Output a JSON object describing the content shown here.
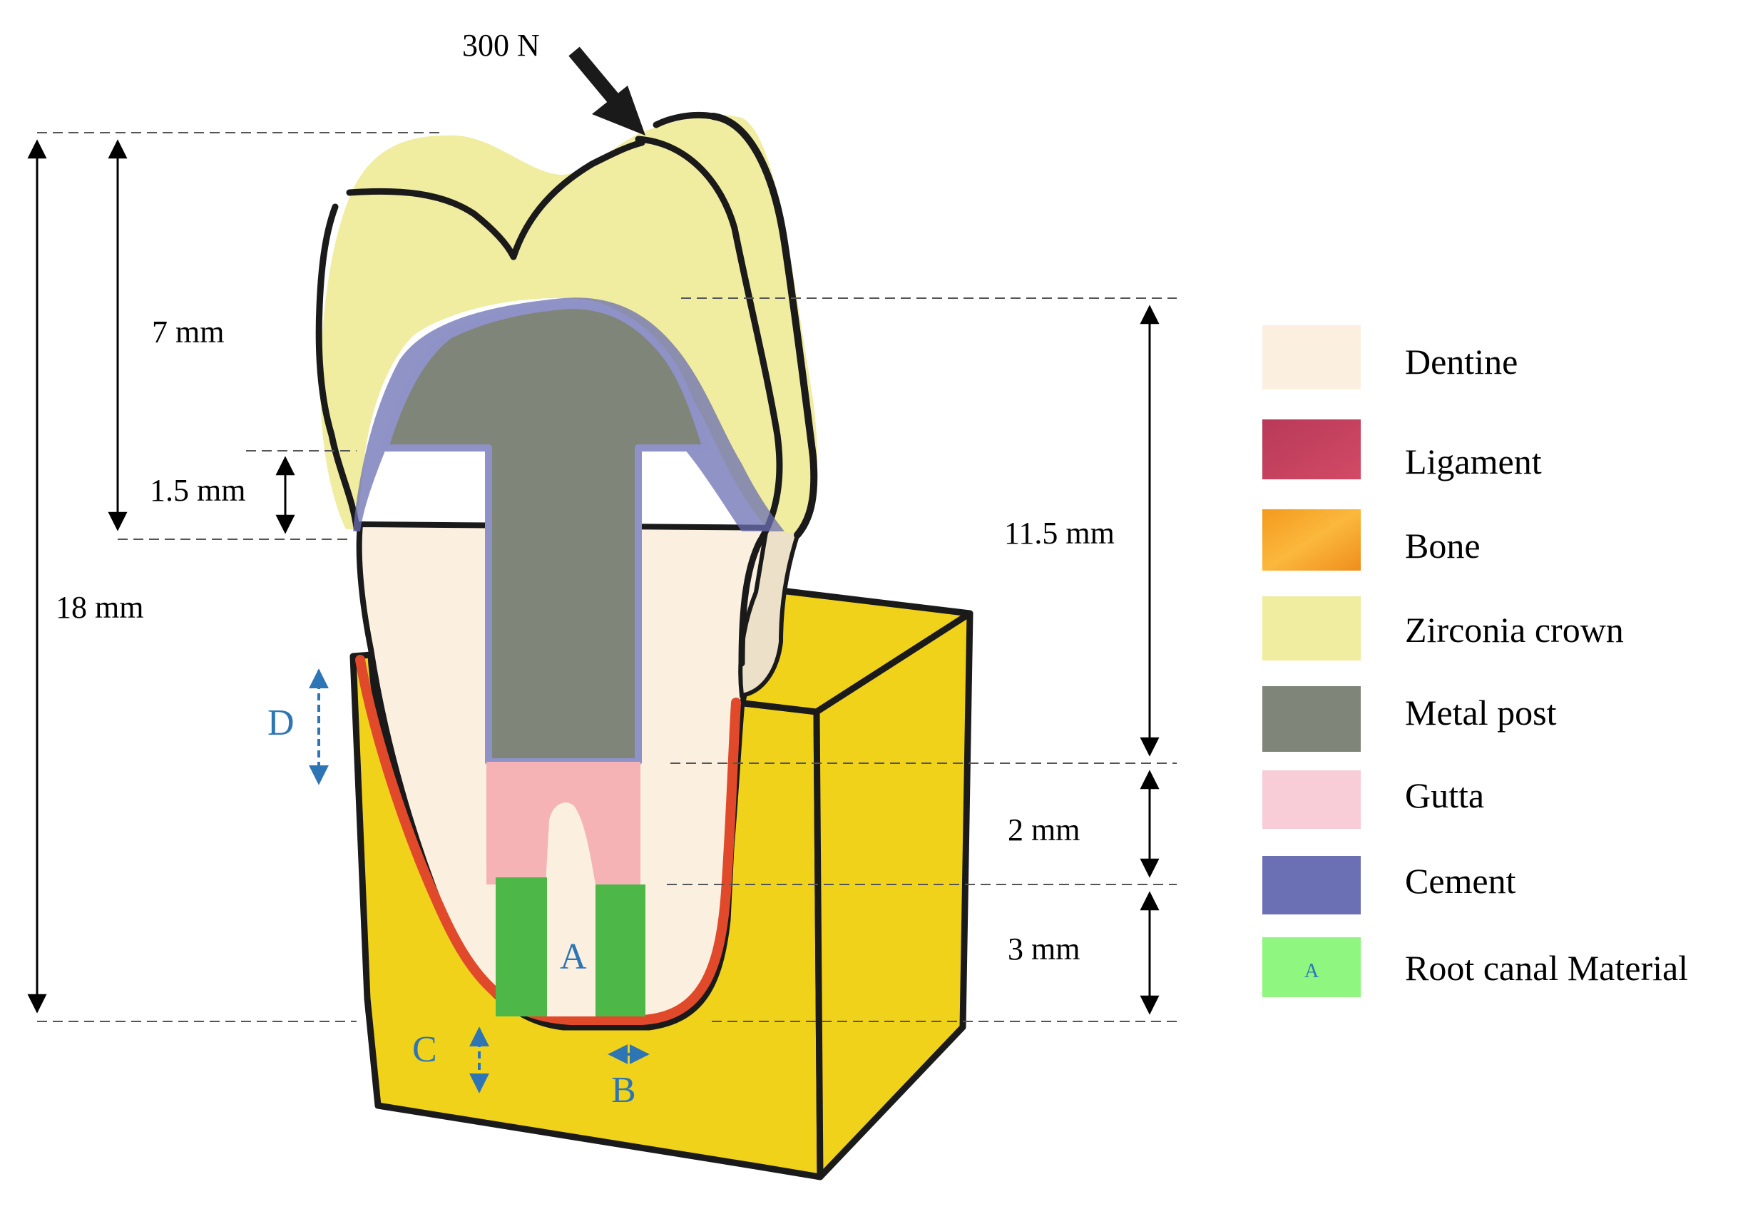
{
  "force": {
    "label": "300 N"
  },
  "dimensions": {
    "total_height": "18 mm",
    "crown_height": "7 mm",
    "ferrule": "1.5 mm",
    "post_length": "11.5 mm",
    "gutta_length": "2 mm",
    "apical_length": "3 mm"
  },
  "markers": {
    "a": "A",
    "b": "B",
    "c": "C",
    "d": "D"
  },
  "legend": [
    {
      "label": "Dentine",
      "color": "#fbf0e0"
    },
    {
      "label": "Ligament",
      "color": "#c4435f"
    },
    {
      "label": "Bone",
      "color": "#f7a12a"
    },
    {
      "label": "Zirconia crown",
      "color": "#f0eca0"
    },
    {
      "label": "Metal post",
      "color": "#80857a"
    },
    {
      "label": "Gutta",
      "color": "#f8cdd7"
    },
    {
      "label": "Cement",
      "color": "#6b6fb3"
    },
    {
      "label": "Root canal Material",
      "color": "#8ff780",
      "swatch_text": "A"
    }
  ],
  "colors": {
    "bone_block": "#f0d21a",
    "ligament_line": "#e04a2a",
    "root_canal": "#4db848",
    "gutta_fill": "#f5b3b6",
    "marker_blue": "#2e75b6"
  }
}
